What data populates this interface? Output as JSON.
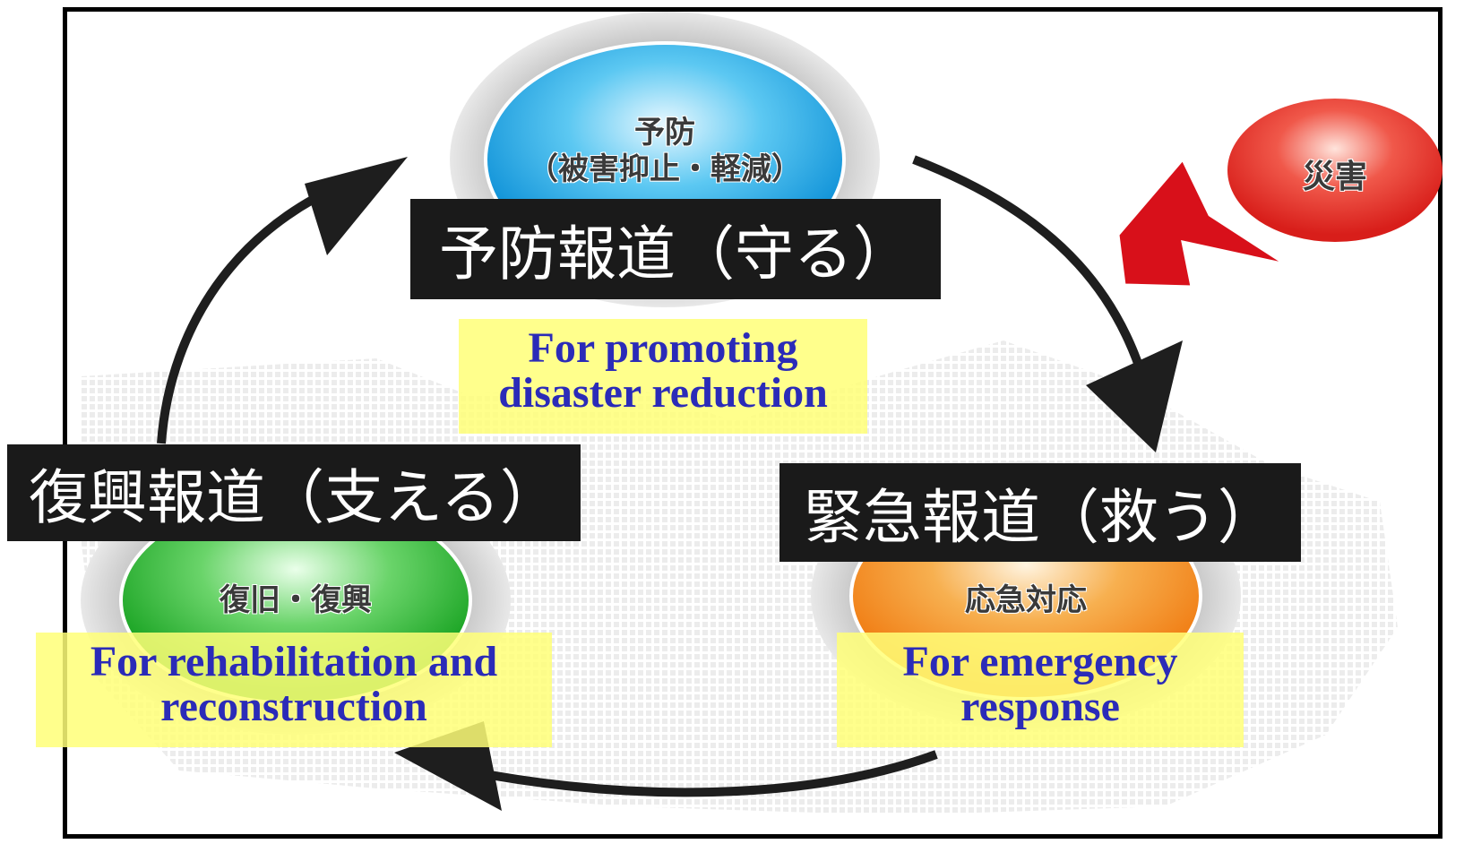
{
  "colors": {
    "prevention_circle": "#1aa8e6",
    "recovery_circle": "#2db52d",
    "response_circle": "#f28a1e",
    "disaster_circle": "#e8302a",
    "disaster_arrow": "#d8101a",
    "label_box": "#1a1a1a",
    "english_text": "#2b2bb8",
    "highlight": "#ffff78"
  },
  "circles": {
    "prevention": {
      "line1": "予防",
      "line2": "（被害抑止・軽減）"
    },
    "recovery": {
      "label": "復旧・復興"
    },
    "response": {
      "label": "応急対応"
    },
    "disaster": {
      "label": "災害"
    }
  },
  "labels": {
    "prevention_jp": "予防報道（守る）",
    "recovery_jp": "復興報道（支える）",
    "response_jp": "緊急報道（救う）"
  },
  "english": {
    "prevention": {
      "line1": "For promoting",
      "line2": "disaster reduction"
    },
    "recovery": {
      "line1": "For rehabilitation and",
      "line2": "reconstruction"
    },
    "response": {
      "line1": "For emergency",
      "line2": "response"
    }
  }
}
